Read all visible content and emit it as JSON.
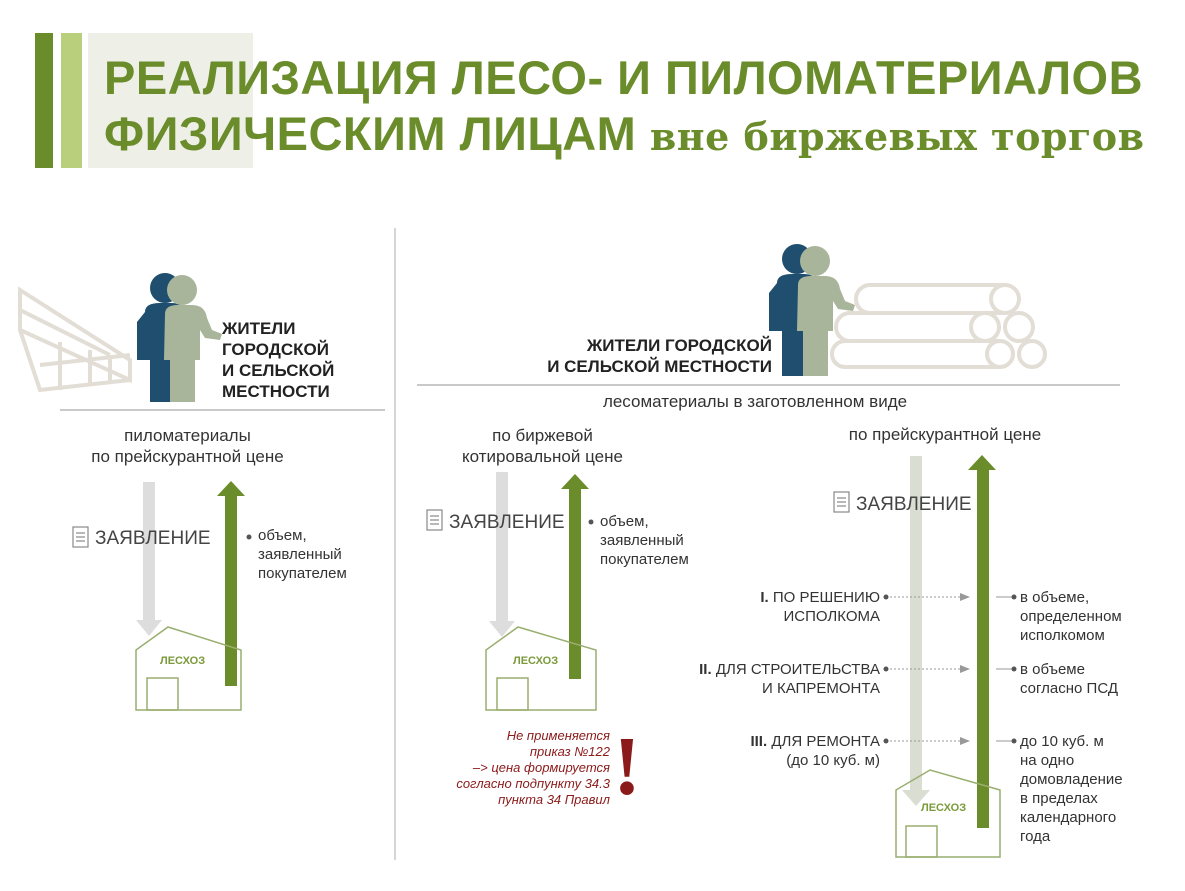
{
  "title": {
    "line1": "РЕАЛИЗАЦИЯ  ЛЕСО- И ПИЛОМАТЕРИАЛОВ",
    "line2a": "ФИЗИЧЕСКИМ  ЛИЦАМ",
    "line2b": "вне  биржевых  торгов"
  },
  "colors": {
    "green": "#6b8c2a",
    "grey": "#d9d9d9",
    "dark_red": "#8b1a1a",
    "navy": "#1f4e6e",
    "sage": "#a8b59a"
  },
  "left": {
    "group": [
      "ЖИТЕЛИ",
      "ГОРОДСКОЙ",
      "И  СЕЛЬСКОЙ",
      "МЕСТНОСТИ"
    ],
    "material": [
      "пиломатериалы",
      "по прейскурантной цене"
    ],
    "application": "ЗАЯВЛЕНИЕ",
    "volume": [
      "объем,",
      "заявленный",
      "покупателем"
    ],
    "leshoz": "ЛЕСХОЗ"
  },
  "right": {
    "group": [
      "ЖИТЕЛИ ГОРОДСКОЙ",
      "И  СЕЛЬСКОЙ МЕСТНОСТИ"
    ],
    "material": "лесоматериалы в заготовленном виде",
    "exchange": {
      "price": [
        "по биржевой",
        "котировальной цене"
      ],
      "application": "ЗАЯВЛЕНИЕ",
      "volume": [
        "объем,",
        "заявленный",
        "покупателем"
      ],
      "leshoz": "ЛЕСХОЗ",
      "note": [
        "Не применяется",
        "приказ №122",
        "–> цена формируется",
        "согласно подпункту 34.3",
        "пункта 34 Правил"
      ],
      "exclaim": "!"
    },
    "pricelist": {
      "price": "по прейскурантной цене",
      "application": "ЗАЯВЛЕНИЕ",
      "leshoz": "ЛЕСХОЗ",
      "cases": [
        {
          "num": "I.",
          "label": [
            "ПО РЕШЕНИЮ",
            "ИСПОЛКОМА"
          ],
          "volume": [
            "в объеме,",
            "определенном",
            "исполкомом"
          ]
        },
        {
          "num": "II.",
          "label": [
            "ДЛЯ СТРОИТЕЛЬСТВА",
            "И КАПРЕМОНТА"
          ],
          "volume": [
            "в объеме",
            "согласно ПСД"
          ]
        },
        {
          "num": "III.",
          "label": [
            "ДЛЯ РЕМОНТА",
            "(до 10 куб. м)"
          ],
          "volume": [
            "до 10 куб. м",
            "на одно",
            "домовладение",
            "в пределах",
            "календарного",
            "года"
          ]
        }
      ]
    }
  }
}
